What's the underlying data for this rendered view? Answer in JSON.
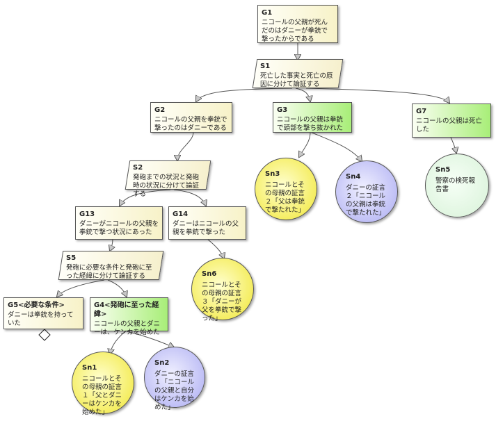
{
  "nodes": {
    "G1": {
      "id": "G1",
      "text": "ニコールの父親が死んだのはダニーが拳銃で撃ったからである"
    },
    "S1": {
      "id": "S1",
      "text": "死亡した事実と死亡の原因に分けて論証する"
    },
    "G2": {
      "id": "G2",
      "text": "ニコールの父親を拳銃で撃ったのはダニーである"
    },
    "G3": {
      "id": "G3",
      "text": "ニコールの父親は拳銃で頭部を撃ち抜かれた"
    },
    "G7": {
      "id": "G7",
      "text": "ニコールの父親は死亡した"
    },
    "S2": {
      "id": "S2",
      "text": "発砲までの状況と発砲時の状況に分けて論証する"
    },
    "Sn3": {
      "id": "Sn3",
      "text": "ニコールとその母親の証言２「父は拳銃で撃たれた」"
    },
    "Sn4": {
      "id": "Sn4",
      "text": "ダニーの証言２「ニコールの父親は拳銃で撃たれた」"
    },
    "Sn5": {
      "id": "Sn5",
      "text": "警察の検死報告書"
    },
    "G13": {
      "id": "G13",
      "text": "ダニーがニコールの父親を拳銃で撃つ状況にあった"
    },
    "G14": {
      "id": "G14",
      "text": "ダニーはニコールの父親を拳銃で撃った"
    },
    "S5": {
      "id": "S5",
      "text": "発砲に必要な条件と発砲に至った経緯に分けて論証する"
    },
    "Sn6": {
      "id": "Sn6",
      "text": "ニコールとその母親の証言３「ダニーが父を拳銃で撃った」"
    },
    "G5": {
      "id": "G5<必要な条件>",
      "text": "ダニーは拳銃を持っていた"
    },
    "G4": {
      "id": "G4<発砲に至った経緯>",
      "text": "ニコールの父親とダニーは、ケンカを始めた"
    },
    "Sn1": {
      "id": "Sn1",
      "text": "ニコールとその母親の証言１「父とダニーはケンカを始めた」"
    },
    "Sn2": {
      "id": "Sn2",
      "text": "ダニーの証言１「ニコールの父親と自分はケンカを始めた」"
    }
  },
  "colors": {
    "goal_fill": "#f7f2c8",
    "goal_green_fill": "#a8ee78",
    "solution_yellow": "#f4ec5a",
    "solution_blue": "#bcbcf5",
    "solution_green": "#dff5df",
    "connector": "#555555"
  }
}
